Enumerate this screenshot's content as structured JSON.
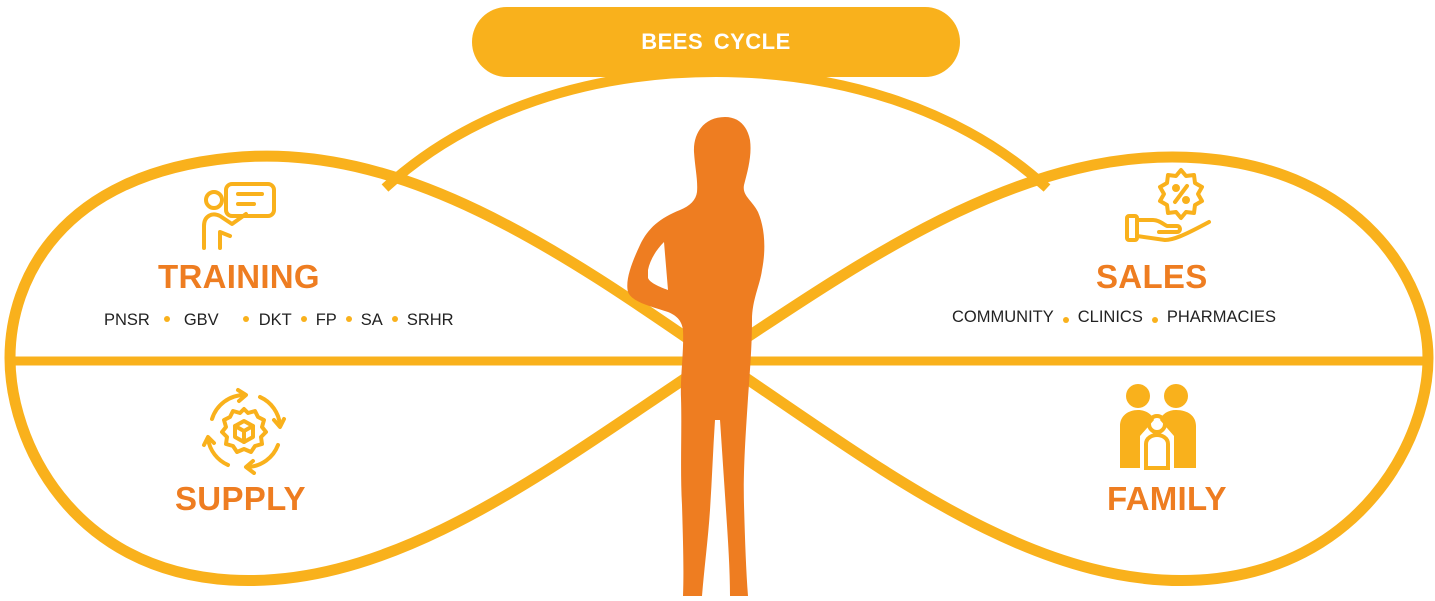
{
  "colors": {
    "accent_yellow": "#F9B11C",
    "accent_orange": "#EE7D21",
    "text_dark": "#222222",
    "background": "#FFFFFF"
  },
  "title": "BEES  CYCLE",
  "quadrants": {
    "training": {
      "heading": "TRAINING",
      "icon": "teacher-presentation-icon",
      "items": [
        "PNSR",
        "GBV",
        "DKT",
        "FP",
        "SA",
        "SRHR"
      ]
    },
    "sales": {
      "heading": "SALES",
      "icon": "hand-discount-icon",
      "items": [
        "COMMUNITY",
        "CLINICS",
        "PHARMACIES"
      ]
    },
    "supply": {
      "heading": "SUPPLY",
      "icon": "supply-cycle-gear-icon"
    },
    "family": {
      "heading": "FAMILY",
      "icon": "family-icon"
    }
  },
  "center_figure": "woman-silhouette-icon"
}
